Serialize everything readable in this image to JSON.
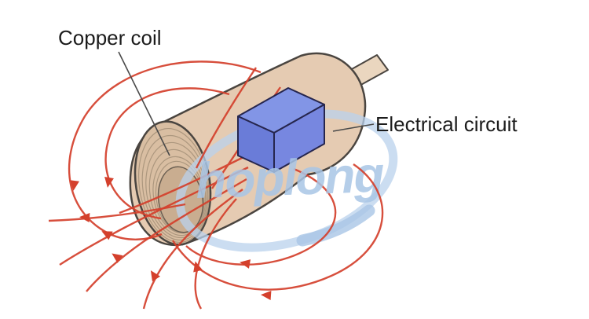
{
  "diagram": {
    "labels": {
      "copper_coil": "Copper coil",
      "electrical_circuit": "Electrical circuit"
    },
    "watermark": {
      "text": "hoplong",
      "color": "#a9c6e6"
    },
    "colors": {
      "background": "#ffffff",
      "cylinder_body": "#e5cbb2",
      "coil_face": "#d9bea2",
      "coil_core": "#c9ad90",
      "coil_winding_line": "#a8937b",
      "outline": "#4a4540",
      "circuit_box_top": "#8295e6",
      "circuit_box_left": "#6a7cd8",
      "circuit_box_right": "#7787e0",
      "circuit_box_edge": "#26264e",
      "field_line": "#d4402c",
      "label_text": "#1c1c1c",
      "leader_line": "#4a4a4a"
    }
  }
}
